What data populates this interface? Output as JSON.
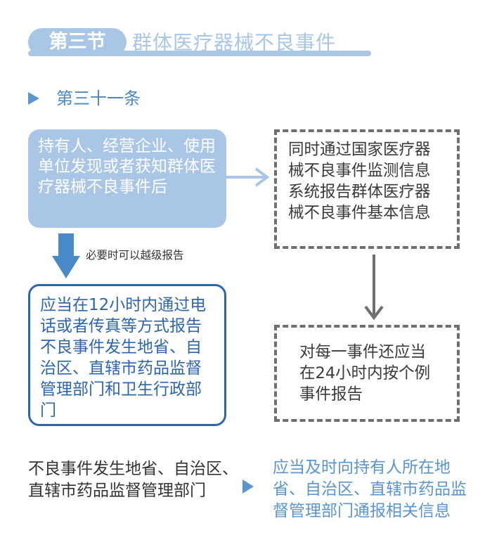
{
  "section": {
    "badge": "第三节",
    "title": "群体医疗器械不良事件"
  },
  "article": {
    "label": "第三十一条"
  },
  "boxes": {
    "trigger": "持有人、经营企业、使用单位发现或者获知群体医疗器械不良事件后",
    "system_report": "同时通过国家医疗器械不良事件监测信息系统报告群体医疗器械不良事件基本信息",
    "note": "必要时可以越级报告",
    "report_12h": "应当在12小时内通过电话或者传真等方式报告不良事件发生地省、自治区、直辖市药品监督管理部门和卫生行政部门",
    "report_24h": "对每一事件还应当在24小时内按个例事件报告",
    "bottom_left": "不良事件发生地省、自治区、直辖市药品监督管理部门",
    "bottom_right": "应当及时向持有人所在地省、自治区、直辖市药品监督管理部门通报相关信息"
  },
  "colors": {
    "light_blue": "#a9c6e6",
    "accent_blue": "#5b94cf",
    "dark_blue": "#2e66ad",
    "gray": "#6f6f6f"
  }
}
